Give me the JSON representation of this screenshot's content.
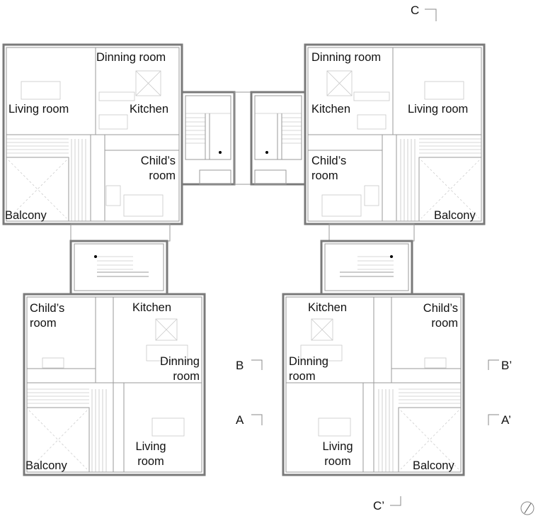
{
  "rooms": {
    "tl": {
      "dinning": "Dinning room",
      "living": "Living room",
      "kitchen": "Kitchen",
      "child": [
        "Child’s",
        "room"
      ],
      "balcony": "Balcony"
    },
    "tr": {
      "dinning": "Dinning room",
      "kitchen": "Kitchen",
      "living": "Living room",
      "child": [
        "Child’s",
        "room"
      ],
      "balcony": "Balcony"
    },
    "bl": {
      "child": [
        "Child’s",
        "room"
      ],
      "kitchen": "Kitchen",
      "dinning": [
        "Dinning",
        "room"
      ],
      "living": [
        "Living",
        "room"
      ],
      "balcony": "Balcony"
    },
    "br": {
      "kitchen": "Kitchen",
      "child": [
        "Child’s",
        "room"
      ],
      "dinning": [
        "Dinning",
        "room"
      ],
      "living": [
        "Living",
        "room"
      ],
      "balcony": "Balcony"
    }
  },
  "section_markers": {
    "c": "C",
    "c_prime": "C’",
    "b": "B",
    "b_prime": "B’",
    "a": "A",
    "a_prime": "A’"
  },
  "colors": {
    "wall": "#7a7a7a",
    "furniture": "#c8c8c8",
    "text": "#111111"
  }
}
